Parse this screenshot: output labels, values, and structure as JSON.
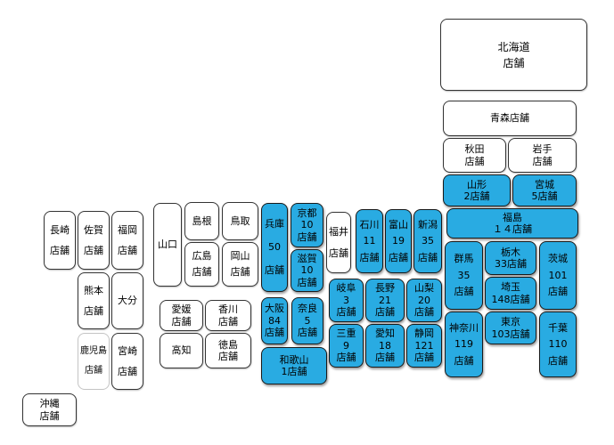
{
  "colors": {
    "highlight": "#29abe2",
    "border_dark": "#333333",
    "border_faint": "#c4c4c4",
    "background": "#ffffff"
  },
  "unit_label": "店舗",
  "tiles": {
    "hokkaido": {
      "l1": "北海道",
      "l2": "店舗"
    },
    "aomori": {
      "l1": "青森店舗"
    },
    "akita": {
      "l1": "秋田",
      "l2": "店舗"
    },
    "iwate": {
      "l1": "岩手",
      "l2": "店舗"
    },
    "yamagata": {
      "l1": "山形",
      "l2": "2店舗"
    },
    "miyagi": {
      "l1": "宮城",
      "l2": "5店舗"
    },
    "fukushima": {
      "l1": "福島",
      "l2": "１４店舗"
    },
    "niigata": {
      "l1": "新潟",
      "l2": "35",
      "l3": "店舗"
    },
    "toyama": {
      "l1": "富山",
      "l2": "19",
      "l3": "店舗"
    },
    "ishikawa": {
      "l1": "石川",
      "l2": "11",
      "l3": "店舗"
    },
    "fukui": {
      "l1": "福井",
      "l2": "店舗"
    },
    "gunma": {
      "l1": "群馬",
      "l2": "35",
      "l3": "店舗"
    },
    "tochigi": {
      "l1": "栃木",
      "l2": "33店舗"
    },
    "ibaraki": {
      "l1": "茨城",
      "l2": "101",
      "l3": "店舗"
    },
    "saitama": {
      "l1": "埼玉",
      "l2": "148店舗"
    },
    "tokyo": {
      "l1": "東京",
      "l2": "103店舗"
    },
    "chiba": {
      "l1": "千葉",
      "l2": "110",
      "l3": "店舗"
    },
    "kanagawa": {
      "l1": "神奈川",
      "l2": "119",
      "l3": "店舗"
    },
    "yamanashi": {
      "l1": "山梨",
      "l2": "20",
      "l3": "店舗"
    },
    "nagano": {
      "l1": "長野",
      "l2": "21",
      "l3": "店舗"
    },
    "gifu": {
      "l1": "岐阜",
      "l2": "3",
      "l3": "店舗"
    },
    "shizuoka": {
      "l1": "静岡",
      "l2": "121",
      "l3": "店舗"
    },
    "aichi": {
      "l1": "愛知",
      "l2": "18",
      "l3": "店舗"
    },
    "mie": {
      "l1": "三重",
      "l2": "9",
      "l3": "店舗"
    },
    "kyoto": {
      "l1": "京都",
      "l2": "10",
      "l3": "店舗"
    },
    "shiga": {
      "l1": "滋賀",
      "l2": "10",
      "l3": "店舗"
    },
    "hyogo": {
      "l1": "兵庫",
      "l2": "50",
      "l3": "店舗"
    },
    "osaka": {
      "l1": "大阪",
      "l2": "84",
      "l3": "店舗"
    },
    "nara": {
      "l1": "奈良",
      "l2": "5",
      "l3": "店舗"
    },
    "wakayama": {
      "l1": "和歌山",
      "l2": "1店舗"
    },
    "tottori": {
      "l1": "鳥取"
    },
    "shimane": {
      "l1": "島根"
    },
    "okayama": {
      "l1": "岡山",
      "l2": "店舗"
    },
    "hiroshima": {
      "l1": "広島",
      "l2": "店舗"
    },
    "yamaguchi": {
      "l1": "山口"
    },
    "kagawa": {
      "l1": "香川",
      "l2": "店舗"
    },
    "ehime": {
      "l1": "愛媛",
      "l2": "店舗"
    },
    "tokushima": {
      "l1": "徳島",
      "l2": "店舗"
    },
    "kochi": {
      "l1": "高知"
    },
    "fukuoka": {
      "l1": "福岡",
      "l2": "店舗"
    },
    "saga": {
      "l1": "佐賀",
      "l2": "店舗"
    },
    "nagasaki": {
      "l1": "長崎",
      "l2": "店舗"
    },
    "oita": {
      "l1": "大分"
    },
    "kumamoto": {
      "l1": "熊本",
      "l2": "店舗"
    },
    "miyazaki": {
      "l1": "宮崎",
      "l2": "店舗"
    },
    "kagoshima": {
      "l1": "鹿児島",
      "l2": "店舗"
    },
    "okinawa": {
      "l1": "沖縄",
      "l2": "店舗"
    }
  }
}
